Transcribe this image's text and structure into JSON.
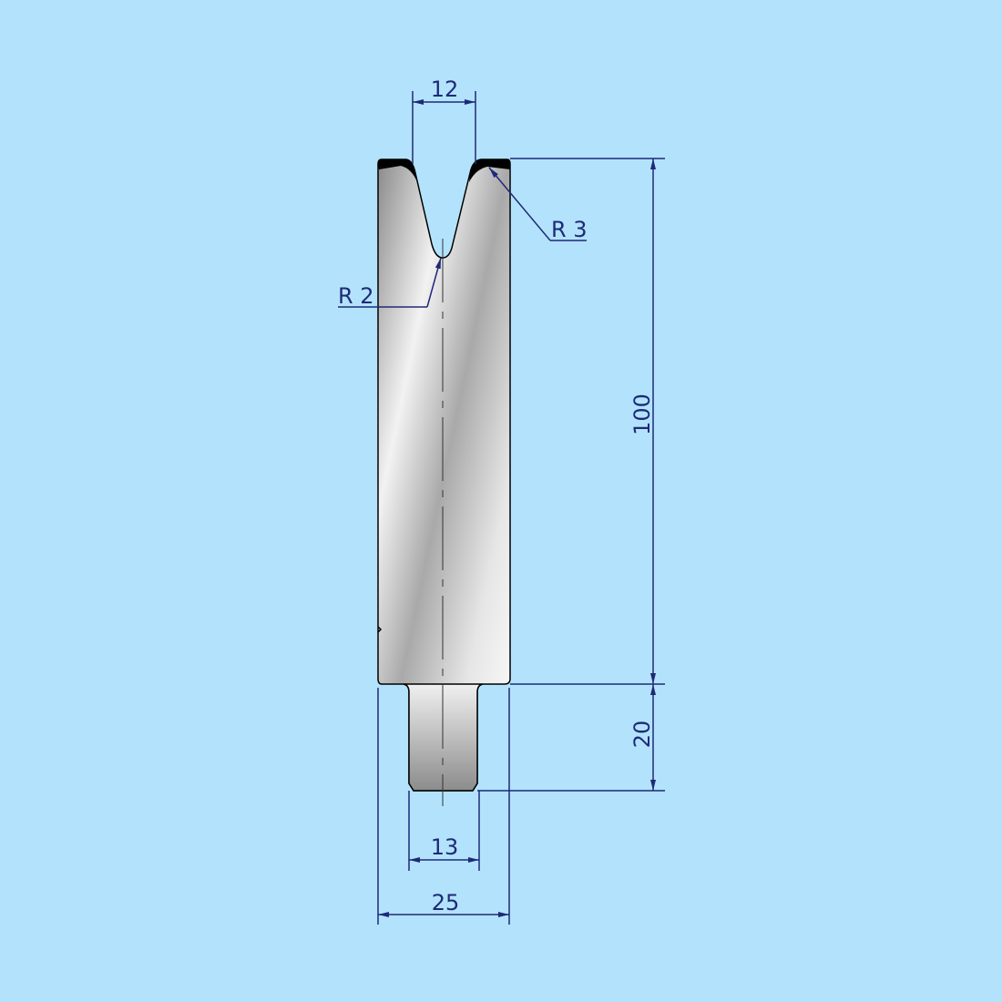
{
  "drawing": {
    "background": "#b3e3fc",
    "dimension_color": "#1e2a78",
    "outline_color": "#000000",
    "dimensions": {
      "v_opening": "12",
      "top_radius": "R 3",
      "bottom_radius": "R 2",
      "height": "100",
      "tang_height": "20",
      "tang_width": "13",
      "total_width": "25"
    }
  }
}
